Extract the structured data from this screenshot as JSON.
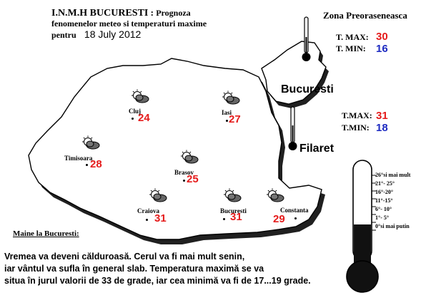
{
  "header": {
    "institution": "I.N.M.H BUCURESTI",
    "separator": ":",
    "title_line1": "Prognoza",
    "title_line2": "fenomenelor meteo si temperaturi  maxime",
    "title_line3": "pentru",
    "date": "18 July 2012"
  },
  "zone": {
    "title": "Zona Preoraseneasca",
    "tmax_label": "T. MAX:",
    "tmax_value": "30",
    "tmin_label": "T. MIN:",
    "tmin_value": "16"
  },
  "bucharest": {
    "label": "Bucuresti",
    "station": "Filaret",
    "tmax_label": "T.MAX:",
    "tmax_value": "31",
    "tmin_label": "T.MIN:",
    "tmin_value": "18"
  },
  "cities": [
    {
      "name": "Cluj",
      "temp": "24"
    },
    {
      "name": "Iasi",
      "temp": "27"
    },
    {
      "name": "Timisoara",
      "temp": "28"
    },
    {
      "name": "Brasov",
      "temp": "25"
    },
    {
      "name": "Craiova",
      "temp": "31"
    },
    {
      "name": "Bucuresti",
      "temp": "31"
    },
    {
      "name": "Constanta",
      "temp": "29"
    }
  ],
  "thermometer_scale": [
    "26°si mai mult",
    "21°- 25°",
    "16°-20°",
    "11°-15°",
    "6°- 10°",
    "1°- 5°",
    "0°si mai putin"
  ],
  "tomorrow": {
    "label": "Maine la Bucuresti:",
    "lines": [
      "Vremea va deveni călduroasă. Cerul va fi mai mult senin,",
      "iar vântul va sufla în general slab. Temperatura maximă se va",
      "situa în jurul valorii de 33 de grade, iar cea minimă va fi de 17...19 grade."
    ]
  },
  "icons": {
    "weather": "partly-cloudy-icon",
    "thermometer": "thermometer-icon"
  },
  "colors": {
    "max_temp": "#e51b1b",
    "min_temp": "#1e2bc2"
  }
}
